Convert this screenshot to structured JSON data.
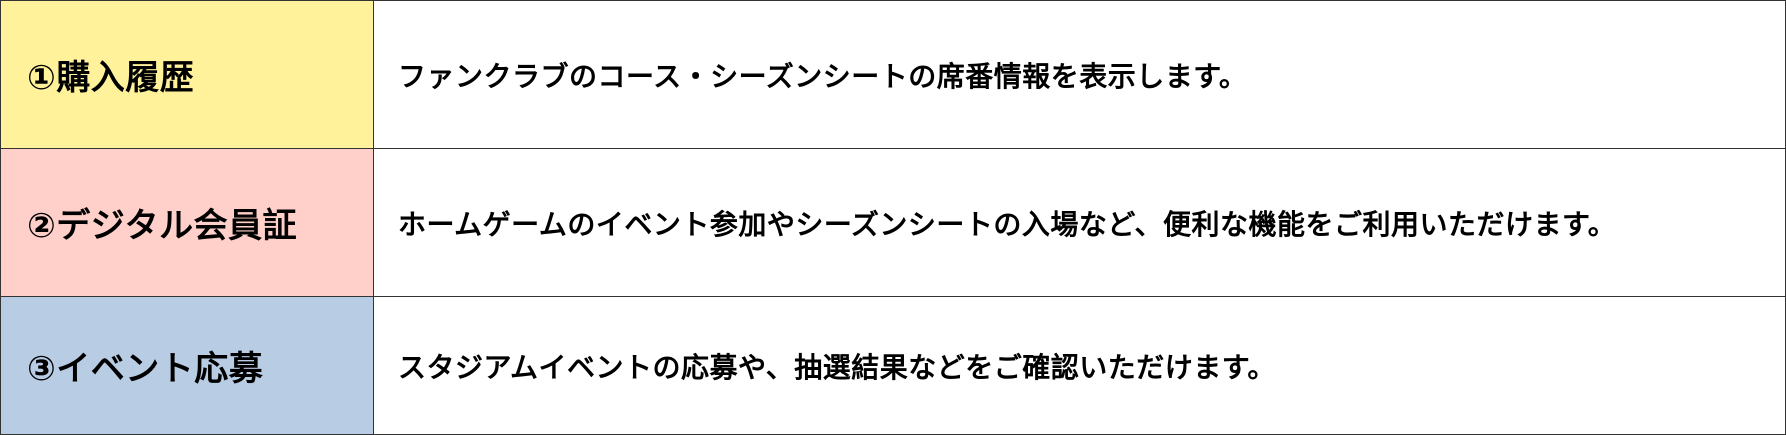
{
  "colors": {
    "row1_label_bg": "#FFF29B",
    "row2_label_bg": "#FFD0CA",
    "row3_label_bg": "#B8CCE4",
    "border": "#333333",
    "text": "#000000"
  },
  "rows": [
    {
      "label": "①購入履歴",
      "description": "ファンクラブのコース・シーズンシートの席番情報を表示します。"
    },
    {
      "label": "②デジタル会員証",
      "description": "ホームゲームのイベント参加やシーズンシートの入場など、便利な機能をご利用いただけます。"
    },
    {
      "label": "③イベント応募",
      "description": "スタジアムイベントの応募や、抽選結果などをご確認いただけます。"
    }
  ]
}
